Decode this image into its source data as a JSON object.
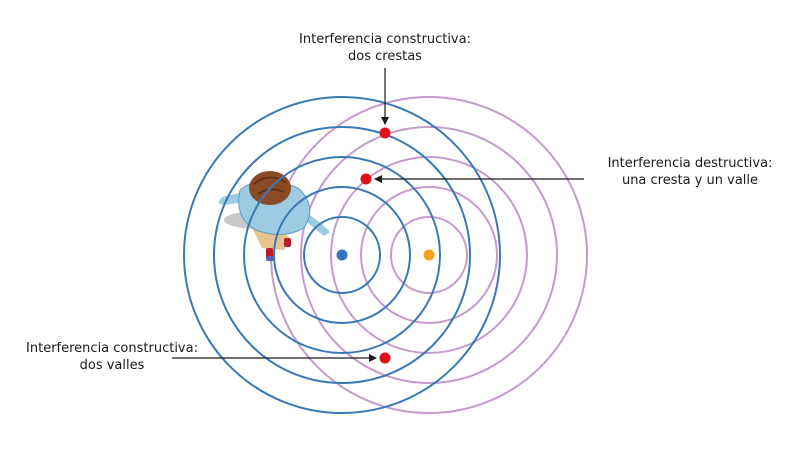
{
  "annotations": {
    "top": {
      "line1": "Interferencia constructiva:",
      "line2": "dos crestas"
    },
    "right": {
      "line1": "Interferencia destructiva:",
      "line2": "una cresta y un valle"
    },
    "bottom": {
      "line1": "Interferencia constructiva:",
      "line2": "dos valles"
    }
  },
  "colors": {
    "blue_waves": "#3a78b5",
    "purple_waves": "#c39ccc",
    "blue_source": "#2f75bf",
    "orange_source": "#f2a21c",
    "marker_points": "#e0101a",
    "arrows": "#1a1a1a"
  },
  "icons": {
    "observer": "person-top-view-icon"
  }
}
